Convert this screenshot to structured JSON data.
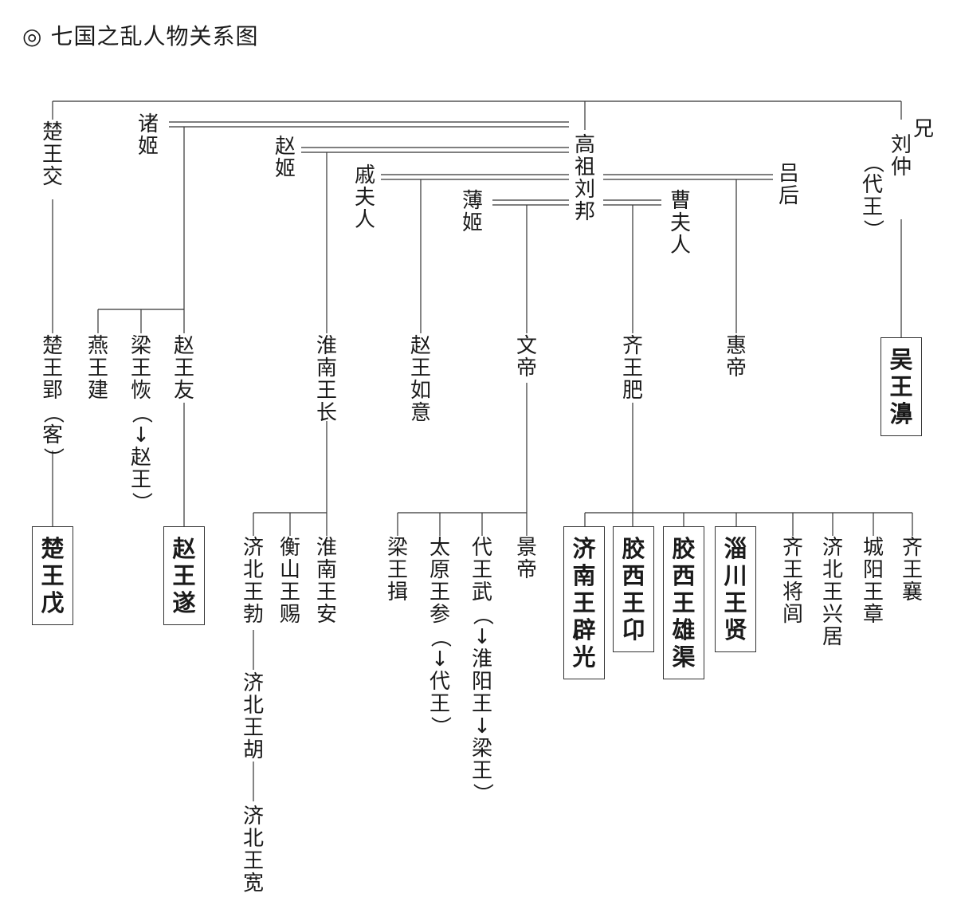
{
  "title": {
    "mark": "◎",
    "text": "七国之乱人物关系图"
  },
  "people": {
    "chu_wang_jiao": "楚王交",
    "zhu_ji": "诸姬",
    "zhao_ji": "赵姬",
    "qi_furen": "戚夫人",
    "bo_ji": "薄姬",
    "gaozu": "高祖刘邦",
    "cao_furen": "曹夫人",
    "lv_hou": "吕后",
    "xiong": "兄",
    "liu_zhong": "刘仲",
    "dai_wang": "（代王）",
    "chu_wang_ying": "楚王郢（客）",
    "yan_wang_jian": "燕王建",
    "liang_wang_hui": "梁王恢（↓赵王）",
    "zhao_wang_you": "赵王友",
    "huainan_wang_chang": "淮南王长",
    "zhao_wang_ruyi": "赵王如意",
    "wendi": "文帝",
    "qi_wang_fei": "齐王肥",
    "huidi": "惠帝",
    "wu_wang_bi": "吴王濞",
    "chu_wang_wu": "楚王戊",
    "zhao_wang_sui": "赵王遂",
    "jibei_wang_bo": "济北王勃",
    "hengshan_wang_ci": "衡山王赐",
    "huainan_wang_an": "淮南王安",
    "liang_wang_yi": "梁王揖",
    "taiyuan_wang_can": "太原王参（↓代王）",
    "dai_wang_wu": "代王武（↓淮阳王↓梁王）",
    "jingdi": "景帝",
    "jinan_wang_piguang": "济南王辟光",
    "jiaoxi_wang_ang": "胶西王卬",
    "jiaodong_wang_xiongqu": "胶西王雄渠",
    "zichuan_wang_xian": "淄川王贤",
    "qi_wang_jianglv": "齐王将闾",
    "jibei_wang_xingju": "济北王兴居",
    "chengyang_wang_zhang": "城阳王章",
    "qi_wang_xiang": "齐王襄",
    "jibei_wang_hu": "济北王胡",
    "jibei_wang_kuan": "济北王宽"
  }
}
